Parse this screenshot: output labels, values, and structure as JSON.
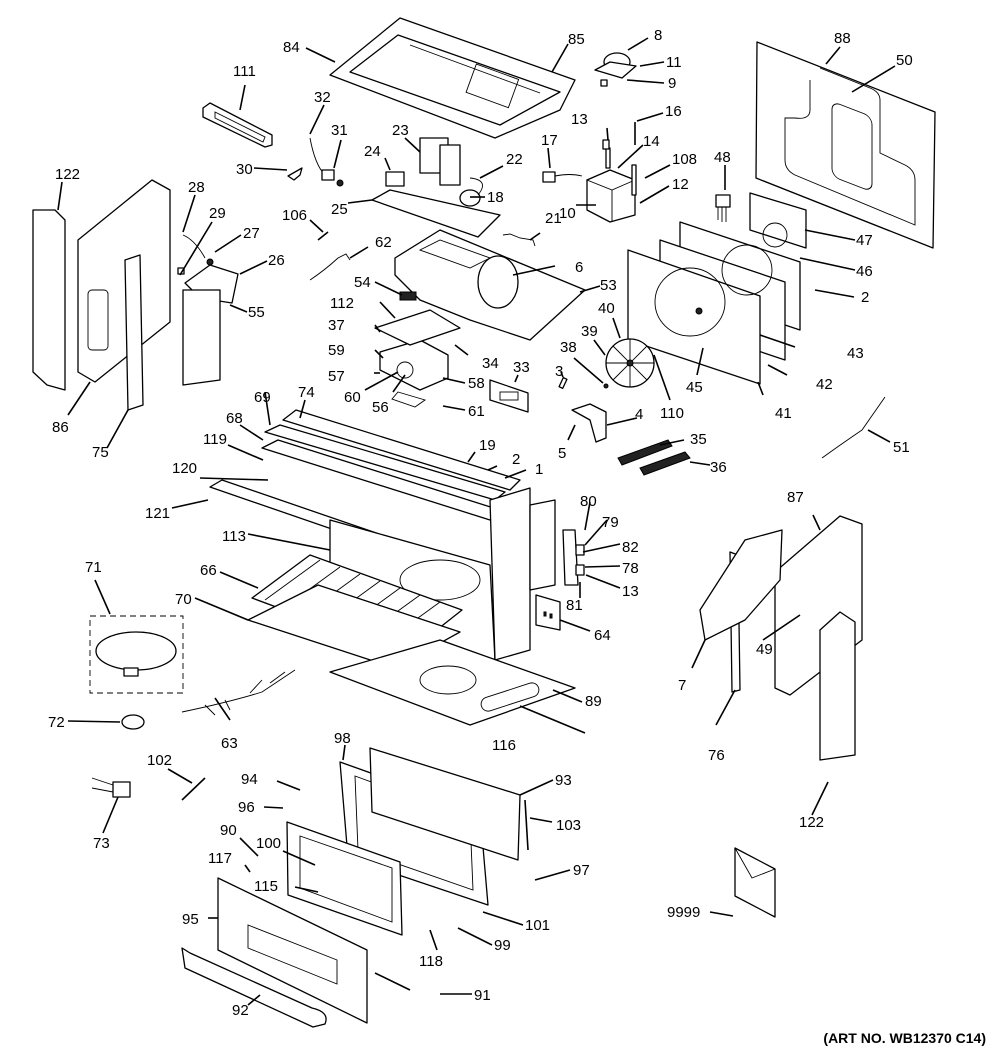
{
  "art_number": "(ART NO. WB12370 C14)",
  "callouts": [
    {
      "id": "84",
      "label": "84"
    },
    {
      "id": "85",
      "label": "85"
    },
    {
      "id": "8",
      "label": "8"
    },
    {
      "id": "11",
      "label": "11"
    },
    {
      "id": "9",
      "label": "9"
    },
    {
      "id": "88",
      "label": "88"
    },
    {
      "id": "50",
      "label": "50"
    },
    {
      "id": "111",
      "label": "111"
    },
    {
      "id": "32",
      "label": "32"
    },
    {
      "id": "31",
      "label": "31"
    },
    {
      "id": "23",
      "label": "23"
    },
    {
      "id": "13a",
      "label": "13"
    },
    {
      "id": "16",
      "label": "16"
    },
    {
      "id": "14",
      "label": "14"
    },
    {
      "id": "17",
      "label": "17"
    },
    {
      "id": "108",
      "label": "108"
    },
    {
      "id": "48",
      "label": "48"
    },
    {
      "id": "30",
      "label": "30"
    },
    {
      "id": "24",
      "label": "24"
    },
    {
      "id": "22",
      "label": "22"
    },
    {
      "id": "12",
      "label": "12"
    },
    {
      "id": "122a",
      "label": "122"
    },
    {
      "id": "28",
      "label": "28"
    },
    {
      "id": "18",
      "label": "18"
    },
    {
      "id": "25",
      "label": "25"
    },
    {
      "id": "10",
      "label": "10"
    },
    {
      "id": "47",
      "label": "47"
    },
    {
      "id": "29",
      "label": "29"
    },
    {
      "id": "21",
      "label": "21"
    },
    {
      "id": "46",
      "label": "46"
    },
    {
      "id": "27",
      "label": "27"
    },
    {
      "id": "106",
      "label": "106"
    },
    {
      "id": "62",
      "label": "62"
    },
    {
      "id": "6",
      "label": "6"
    },
    {
      "id": "26",
      "label": "26"
    },
    {
      "id": "2a",
      "label": "2"
    },
    {
      "id": "54",
      "label": "54"
    },
    {
      "id": "53",
      "label": "53"
    },
    {
      "id": "55",
      "label": "55"
    },
    {
      "id": "112",
      "label": "112"
    },
    {
      "id": "40",
      "label": "40"
    },
    {
      "id": "37",
      "label": "37"
    },
    {
      "id": "43",
      "label": "43"
    },
    {
      "id": "39",
      "label": "39"
    },
    {
      "id": "59",
      "label": "59"
    },
    {
      "id": "34",
      "label": "34"
    },
    {
      "id": "38",
      "label": "38"
    },
    {
      "id": "45",
      "label": "45"
    },
    {
      "id": "33",
      "label": "33"
    },
    {
      "id": "42",
      "label": "42"
    },
    {
      "id": "3",
      "label": "3"
    },
    {
      "id": "57",
      "label": "57"
    },
    {
      "id": "58",
      "label": "58"
    },
    {
      "id": "60",
      "label": "60"
    },
    {
      "id": "56",
      "label": "56"
    },
    {
      "id": "61",
      "label": "61"
    },
    {
      "id": "110",
      "label": "110"
    },
    {
      "id": "41",
      "label": "41"
    },
    {
      "id": "4",
      "label": "4"
    },
    {
      "id": "86",
      "label": "86"
    },
    {
      "id": "74",
      "label": "74"
    },
    {
      "id": "69",
      "label": "69"
    },
    {
      "id": "51",
      "label": "51"
    },
    {
      "id": "5",
      "label": "5"
    },
    {
      "id": "35",
      "label": "35"
    },
    {
      "id": "68",
      "label": "68"
    },
    {
      "id": "75",
      "label": "75"
    },
    {
      "id": "119",
      "label": "119"
    },
    {
      "id": "19",
      "label": "19"
    },
    {
      "id": "36",
      "label": "36"
    },
    {
      "id": "2b",
      "label": "2"
    },
    {
      "id": "1",
      "label": "1"
    },
    {
      "id": "120",
      "label": "120"
    },
    {
      "id": "87",
      "label": "87"
    },
    {
      "id": "80",
      "label": "80"
    },
    {
      "id": "121",
      "label": "121"
    },
    {
      "id": "79",
      "label": "79"
    },
    {
      "id": "82",
      "label": "82"
    },
    {
      "id": "113",
      "label": "113"
    },
    {
      "id": "78",
      "label": "78"
    },
    {
      "id": "71",
      "label": "71"
    },
    {
      "id": "13b",
      "label": "13"
    },
    {
      "id": "66",
      "label": "66"
    },
    {
      "id": "81",
      "label": "81"
    },
    {
      "id": "70",
      "label": "70"
    },
    {
      "id": "64",
      "label": "64"
    },
    {
      "id": "49",
      "label": "49"
    },
    {
      "id": "7",
      "label": "7"
    },
    {
      "id": "89",
      "label": "89"
    },
    {
      "id": "72",
      "label": "72"
    },
    {
      "id": "116",
      "label": "116"
    },
    {
      "id": "63",
      "label": "63"
    },
    {
      "id": "76",
      "label": "76"
    },
    {
      "id": "98",
      "label": "98"
    },
    {
      "id": "102",
      "label": "102"
    },
    {
      "id": "93",
      "label": "93"
    },
    {
      "id": "94",
      "label": "94"
    },
    {
      "id": "96",
      "label": "96"
    },
    {
      "id": "103",
      "label": "103"
    },
    {
      "id": "73",
      "label": "73"
    },
    {
      "id": "122b",
      "label": "122"
    },
    {
      "id": "90",
      "label": "90"
    },
    {
      "id": "100",
      "label": "100"
    },
    {
      "id": "117",
      "label": "117"
    },
    {
      "id": "97",
      "label": "97"
    },
    {
      "id": "115",
      "label": "115"
    },
    {
      "id": "101",
      "label": "101"
    },
    {
      "id": "9999",
      "label": "9999"
    },
    {
      "id": "95",
      "label": "95"
    },
    {
      "id": "99",
      "label": "99"
    },
    {
      "id": "118",
      "label": "118"
    },
    {
      "id": "91",
      "label": "91"
    },
    {
      "id": "92",
      "label": "92"
    }
  ]
}
